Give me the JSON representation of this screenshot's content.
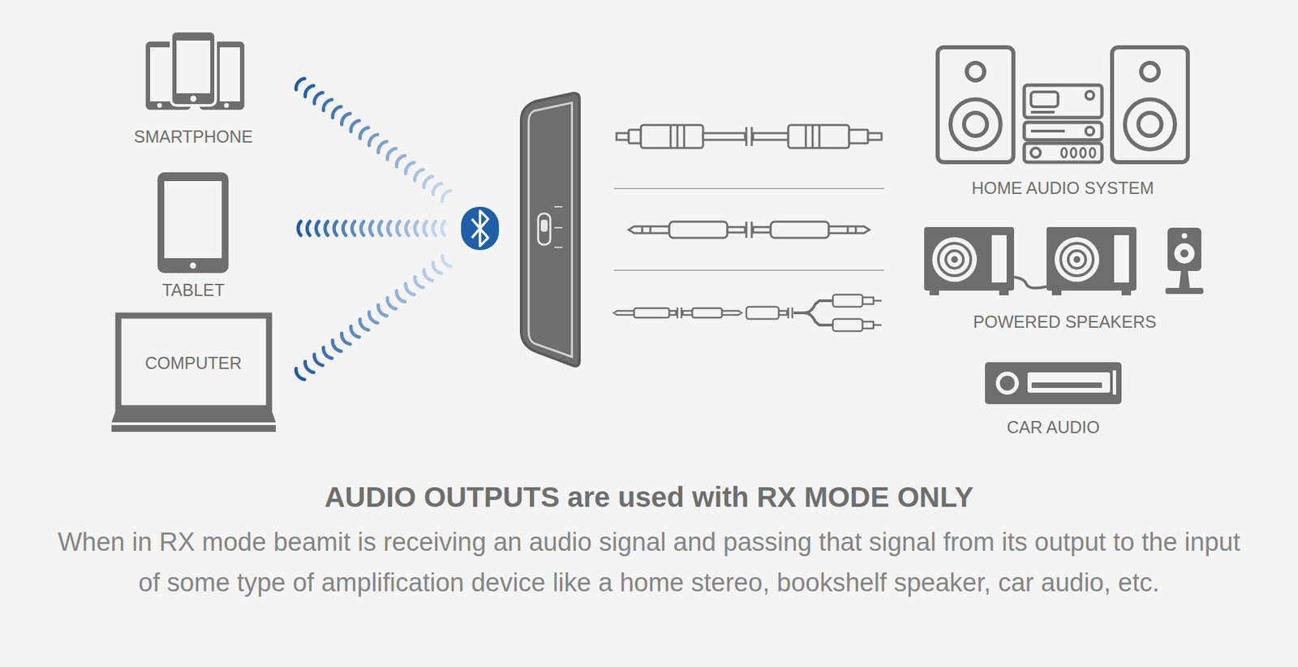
{
  "diagram": {
    "title": "AUDIO OUTPUTS are used with RX MODE ONLY",
    "caption": "When in RX mode beamit is receiving an audio signal and passing that signal from its output to the input of some type of amplification device like a home stereo, bookshelf speaker, car audio, etc.",
    "nodes": [
      {
        "text": [
          "SMARTPHONE"
        ]
      },
      {
        "text": [
          "TABLET"
        ]
      },
      {
        "text": [
          "COMPUTER"
        ]
      },
      {
        "text": [
          "HOME AUDIO SYSTEM"
        ]
      },
      {
        "text": [
          "POWERED SPEAKERS"
        ]
      },
      {
        "text": [
          "CAR AUDIO"
        ]
      }
    ]
  }
}
